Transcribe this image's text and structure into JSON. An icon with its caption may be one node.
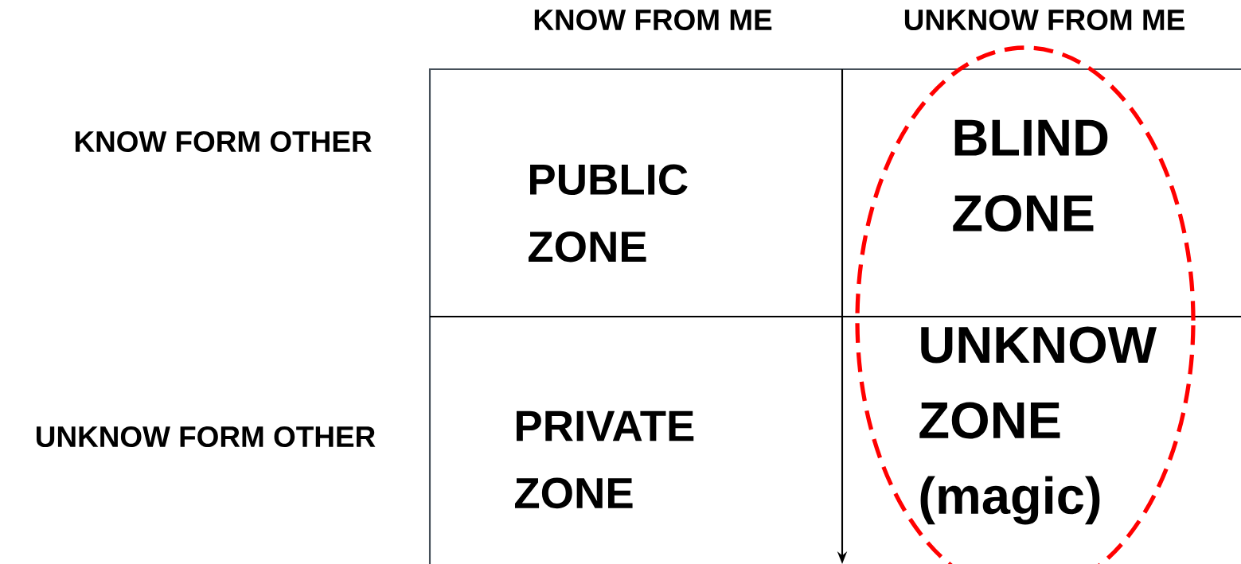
{
  "diagram": {
    "nodes": [
      {
        "text": [
          "PUBLIC ZONE"
        ]
      },
      {
        "text": [
          "BLIND ZONE"
        ]
      },
      {
        "text": [
          "PRIVATE ZONE"
        ]
      },
      {
        "text": [
          "UNKNOW ZONE (magic)"
        ]
      }
    ],
    "labels": [
      "KNOW FROM ME",
      "UNKNOW FROM ME",
      "KNOW FORM OTHER",
      "UNKNOW FORM OTHER"
    ]
  }
}
